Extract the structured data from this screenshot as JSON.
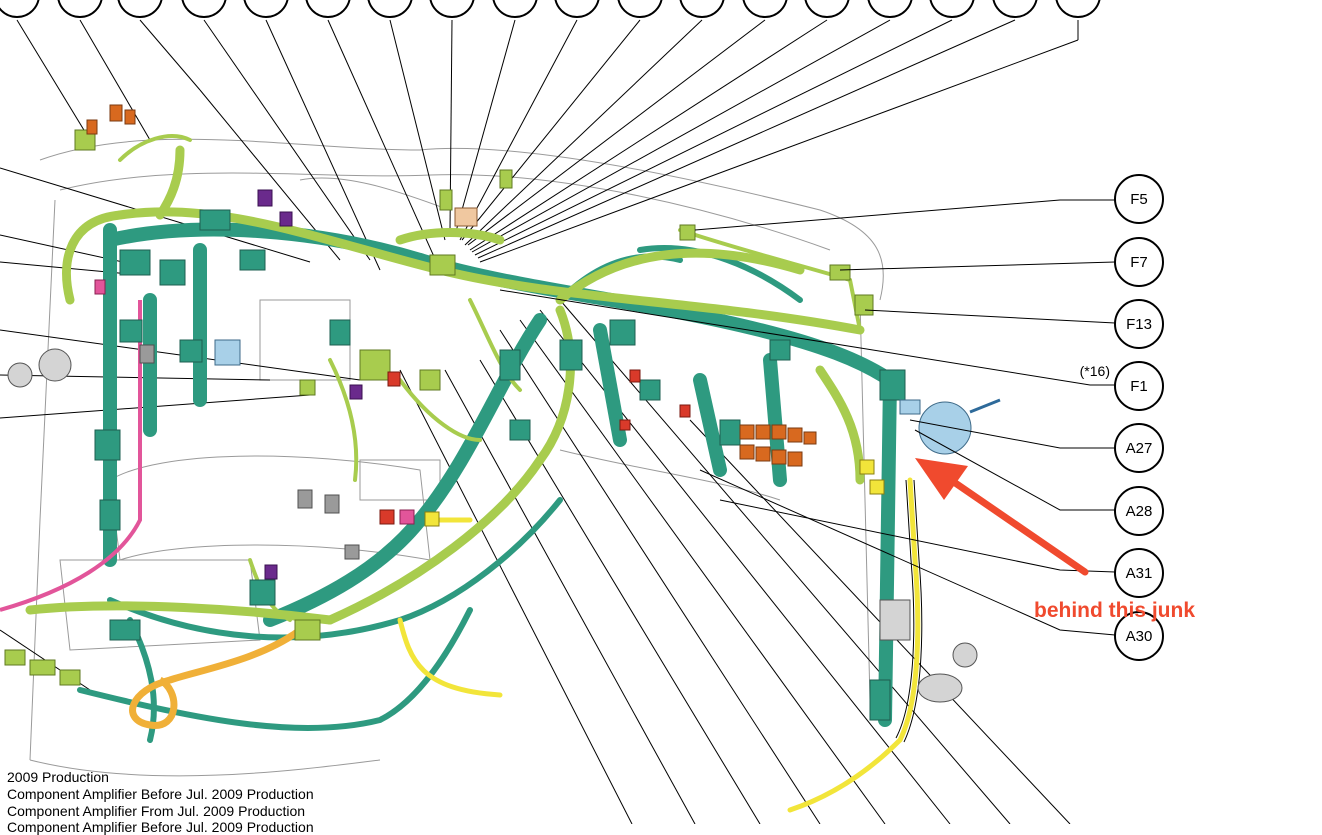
{
  "callouts": [
    {
      "label": "F5"
    },
    {
      "label": "F7"
    },
    {
      "label": "F13"
    },
    {
      "label": "F1",
      "note": "(*16)"
    },
    {
      "label": "A27"
    },
    {
      "label": "A28"
    },
    {
      "label": "A31"
    },
    {
      "label": "A30"
    }
  ],
  "annotation": {
    "text": "behind this junk",
    "color": "#f04a2e"
  },
  "legend": [
    "2009 Production",
    "Component Amplifier Before Jul. 2009 Production",
    "Component Amplifier From Jul. 2009 Production",
    "Component Amplifier Before Jul. 2009 Production"
  ],
  "colors": {
    "harness_dark": "#2e9a80",
    "harness_light": "#a8cc4e",
    "connector_orange": "#d8691f",
    "wire_yellow": "#f2e53a",
    "wire_pink": "#e2559a",
    "connector_purple": "#6a2a8c",
    "arrow": "#f04a2e"
  }
}
